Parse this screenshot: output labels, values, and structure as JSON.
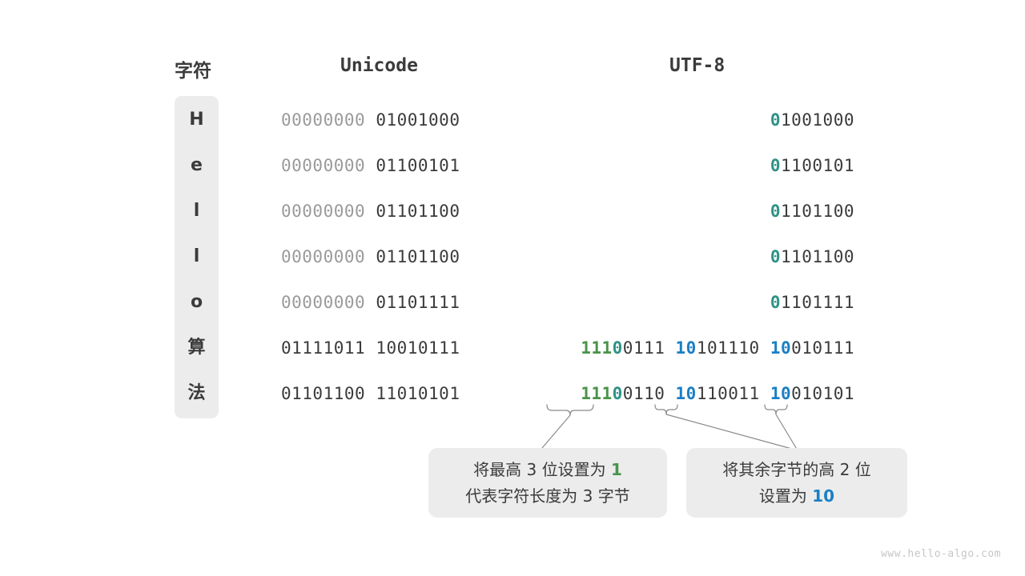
{
  "headers": {
    "character": "字符",
    "unicode": "Unicode",
    "utf8": "UTF-8"
  },
  "colors": {
    "teal": "#2e9287",
    "green": "#4a9349",
    "blue": "#1b7fc4",
    "dim": "#9a9a9a",
    "dark": "#3b3b3b",
    "panel": "#ececec"
  },
  "rows": [
    {
      "char": "H",
      "unicode_high": "00000000",
      "unicode_low": "01001000",
      "utf8_bytes": [
        {
          "prefix": "0",
          "prefix_color": "teal",
          "rest": "1001000"
        }
      ]
    },
    {
      "char": "e",
      "unicode_high": "00000000",
      "unicode_low": "01100101",
      "utf8_bytes": [
        {
          "prefix": "0",
          "prefix_color": "teal",
          "rest": "1100101"
        }
      ]
    },
    {
      "char": "l",
      "unicode_high": "00000000",
      "unicode_low": "01101100",
      "utf8_bytes": [
        {
          "prefix": "0",
          "prefix_color": "teal",
          "rest": "1101100"
        }
      ]
    },
    {
      "char": "l",
      "unicode_high": "00000000",
      "unicode_low": "01101100",
      "utf8_bytes": [
        {
          "prefix": "0",
          "prefix_color": "teal",
          "rest": "1101100"
        }
      ]
    },
    {
      "char": "o",
      "unicode_high": "00000000",
      "unicode_low": "01101111",
      "utf8_bytes": [
        {
          "prefix": "0",
          "prefix_color": "teal",
          "rest": "1101111"
        }
      ]
    },
    {
      "char": "算",
      "unicode_high": "01111011",
      "unicode_low": "10010111",
      "utf8_bytes": [
        {
          "prefix": "111",
          "prefix_color": "green",
          "marker": "0",
          "marker_color": "teal",
          "rest": "0111"
        },
        {
          "prefix": "10",
          "prefix_color": "blue",
          "rest": "101110"
        },
        {
          "prefix": "10",
          "prefix_color": "blue",
          "rest": "010111"
        }
      ]
    },
    {
      "char": "法",
      "unicode_high": "01101100",
      "unicode_low": "11010101",
      "utf8_bytes": [
        {
          "prefix": "111",
          "prefix_color": "green",
          "marker": "0",
          "marker_color": "teal",
          "rest": "0110"
        },
        {
          "prefix": "10",
          "prefix_color": "blue",
          "rest": "110011"
        },
        {
          "prefix": "10",
          "prefix_color": "blue",
          "rest": "010101"
        }
      ]
    }
  ],
  "callouts": {
    "left": {
      "line1_a": "将最高 3 位设置为 ",
      "line1_b": "1",
      "line2": "代表字符长度为 3 字节"
    },
    "right": {
      "line1": "将其余字节的高 2 位",
      "line2_a": "设置为 ",
      "line2_b": "10"
    }
  },
  "watermark": "www.hello-algo.com"
}
